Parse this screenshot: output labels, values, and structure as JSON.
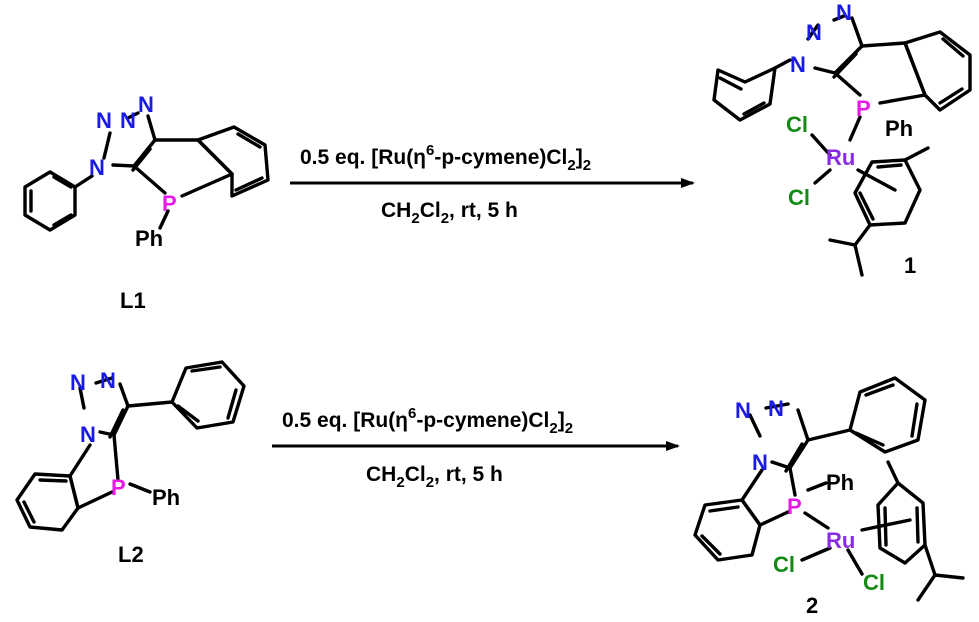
{
  "atoms": {
    "N": "N",
    "P": "P",
    "Ph": "Ph",
    "Ru": "Ru",
    "Cl": "Cl"
  },
  "reactions": [
    {
      "reagent": {
        "pre": "0.5 eq. [Ru(η",
        "sup": "6",
        "mid": "-p-cymene)Cl",
        "sub": "2",
        "close": "]",
        "sub2": "2"
      },
      "conditions": {
        "a": "CH",
        "s1": "2",
        "b": "Cl",
        "s2": "2",
        "c": ", rt, 5 h"
      },
      "reactant_label": "L1",
      "product_label": "1"
    },
    {
      "reagent": {
        "pre": "0.5 eq. [Ru(η",
        "sup": "6",
        "mid": "-p-cymene)Cl",
        "sub": "2",
        "close": "]",
        "sub2": "2"
      },
      "conditions": {
        "a": "CH",
        "s1": "2",
        "b": "Cl",
        "s2": "2",
        "c": ", rt, 5 h"
      },
      "reactant_label": "L2",
      "product_label": "2"
    }
  ],
  "colors": {
    "nitrogen": "#1a1ae6",
    "phosphorus": "#e619e6",
    "ruthenium": "#8a2be2",
    "chlorine": "#138a13"
  }
}
